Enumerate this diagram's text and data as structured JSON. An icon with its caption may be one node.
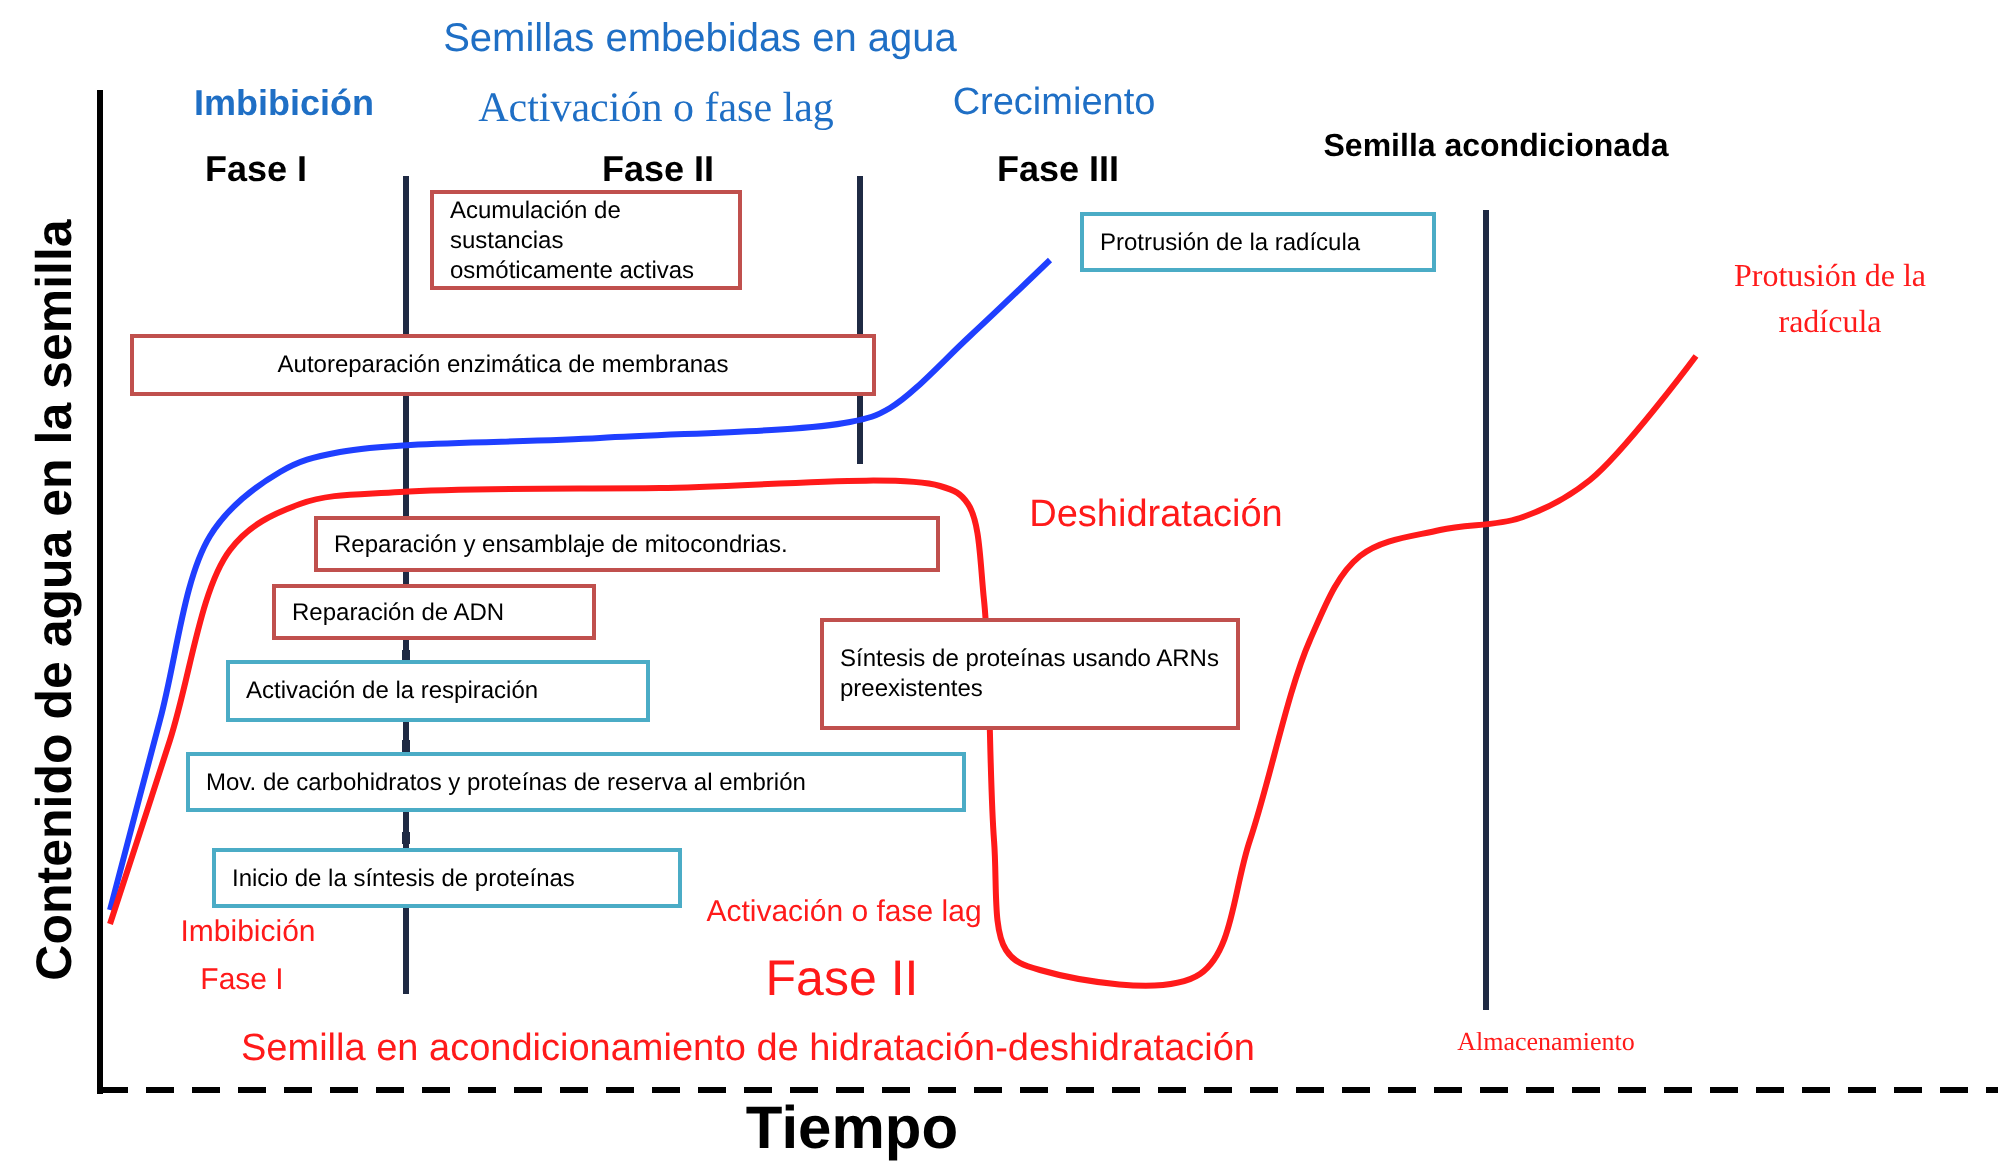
{
  "diagram": {
    "nodes": [
      {
        "text": [
          "Acumulación de sustancias osmóticamente activas"
        ]
      },
      {
        "text": [
          "Protrusión de la radícula"
        ]
      },
      {
        "text": [
          "Autoreparación enzimática de membranas"
        ]
      },
      {
        "text": [
          "Reparación y ensamblaje de mitocondrias."
        ]
      },
      {
        "text": [
          "Reparación de ADN"
        ]
      },
      {
        "text": [
          "Síntesis de proteínas usando ARNs preexistentes"
        ]
      },
      {
        "text": [
          "Activación de la respiración"
        ]
      },
      {
        "text": [
          "Mov. de carbohidratos y proteínas de reserva al embrión"
        ]
      },
      {
        "text": [
          "Inicio de la síntesis de proteínas"
        ]
      }
    ],
    "labels": [
      "Semillas embebidas en agua",
      "Imbibición",
      "Activación o fase lag",
      "Crecimiento",
      "Fase I",
      "Fase II",
      "Fase III",
      "Semilla acondicionada",
      "Protusión de la radícula",
      "Deshidratación",
      "Contenido de agua en la semilla",
      "Imbibición",
      "Fase I",
      "Activación o fase lag",
      "Fase II",
      "Semilla en acondicionamiento de hidratación-deshidratación",
      "Almacenamiento",
      "Tiempo"
    ]
  }
}
